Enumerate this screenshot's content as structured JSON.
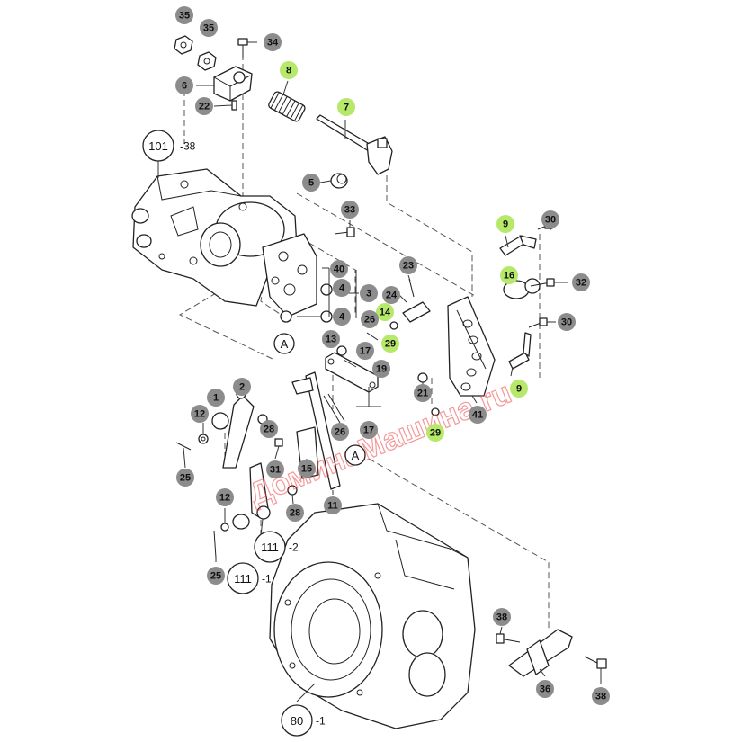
{
  "diagram": {
    "highlight_color": "#b6e86a",
    "callout_color": "#8c8c8c",
    "watermark_color": "#e44444",
    "callouts": [
      {
        "label": "35",
        "highlight": false
      },
      {
        "label": "35",
        "highlight": false
      },
      {
        "label": "34",
        "highlight": false
      },
      {
        "label": "8",
        "highlight": true
      },
      {
        "label": "6",
        "highlight": false
      },
      {
        "label": "22",
        "highlight": false
      },
      {
        "label": "7",
        "highlight": true
      },
      {
        "label": "5",
        "highlight": false
      },
      {
        "label": "33",
        "highlight": false
      },
      {
        "label": "9",
        "highlight": true
      },
      {
        "label": "30",
        "highlight": false
      },
      {
        "label": "16",
        "highlight": true
      },
      {
        "label": "32",
        "highlight": false
      },
      {
        "label": "30",
        "highlight": false
      },
      {
        "label": "9",
        "highlight": true
      },
      {
        "label": "23",
        "highlight": false
      },
      {
        "label": "24",
        "highlight": false
      },
      {
        "label": "14",
        "highlight": true
      },
      {
        "label": "26",
        "highlight": false
      },
      {
        "label": "29",
        "highlight": true
      },
      {
        "label": "40",
        "highlight": false
      },
      {
        "label": "4",
        "highlight": false
      },
      {
        "label": "3",
        "highlight": false
      },
      {
        "label": "4",
        "highlight": false
      },
      {
        "label": "13",
        "highlight": false
      },
      {
        "label": "17",
        "highlight": false
      },
      {
        "label": "19",
        "highlight": false
      },
      {
        "label": "21",
        "highlight": false
      },
      {
        "label": "41",
        "highlight": false
      },
      {
        "label": "29",
        "highlight": true
      },
      {
        "label": "17",
        "highlight": false
      },
      {
        "label": "26",
        "highlight": false
      },
      {
        "label": "2",
        "highlight": false
      },
      {
        "label": "1",
        "highlight": false
      },
      {
        "label": "12",
        "highlight": false
      },
      {
        "label": "28",
        "highlight": false
      },
      {
        "label": "31",
        "highlight": false
      },
      {
        "label": "15",
        "highlight": false
      },
      {
        "label": "25",
        "highlight": false
      },
      {
        "label": "11",
        "highlight": false
      },
      {
        "label": "12",
        "highlight": false
      },
      {
        "label": "28",
        "highlight": false
      },
      {
        "label": "25",
        "highlight": false
      },
      {
        "label": "38",
        "highlight": false
      },
      {
        "label": "36",
        "highlight": false
      },
      {
        "label": "38",
        "highlight": false
      }
    ],
    "references": [
      {
        "label": "101",
        "suffix": "-38"
      },
      {
        "label": "A",
        "suffix": ""
      },
      {
        "label": "A",
        "suffix": ""
      },
      {
        "label": "111",
        "suffix": "-2"
      },
      {
        "label": "111",
        "suffix": "-1"
      },
      {
        "label": "80",
        "suffix": "-1"
      }
    ]
  }
}
